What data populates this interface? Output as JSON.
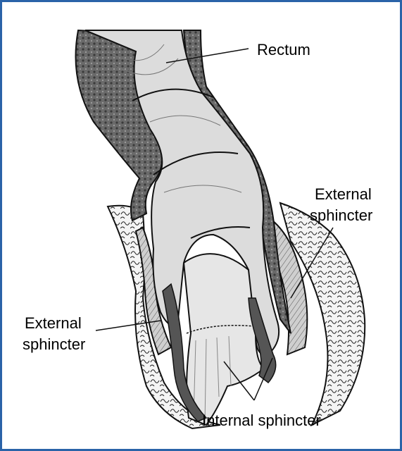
{
  "labels": {
    "rectum": "Rectum",
    "external_sphincter_right_line1": "External",
    "external_sphincter_right_line2": "sphincter",
    "external_sphincter_left_line1": "External",
    "external_sphincter_left_line2": "sphincter",
    "internal_sphincter": "Internal sphincter"
  },
  "colors": {
    "frame_border": "#2a63a8",
    "tissue_fill": "#d9d9d9",
    "muscle_fill": "#666666",
    "fat_fill": "#f4f4f4",
    "outline": "#111111"
  }
}
